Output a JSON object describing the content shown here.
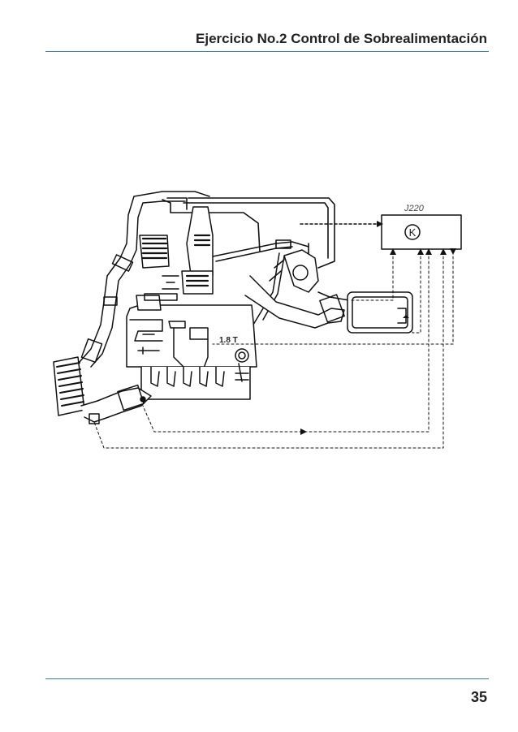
{
  "header": {
    "title": "Ejercicio No.2 Control de Sobrealimentación"
  },
  "diagram": {
    "control_unit_label": "J220",
    "control_unit_symbol": "K",
    "engine_label": "1.8 T"
  },
  "footer": {
    "page_number": "35"
  },
  "colors": {
    "rule": "#2f7fc1",
    "text": "#222222"
  }
}
